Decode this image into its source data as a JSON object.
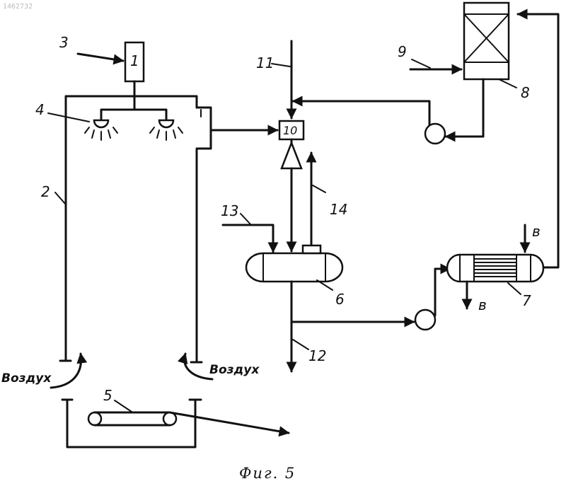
{
  "stamp": "1462732",
  "caption": "Фиг. 5",
  "air": {
    "left": "Воздух",
    "right": "Воздух"
  },
  "labels": {
    "n1": "1",
    "n2": "2",
    "n3": "3",
    "n4": "4",
    "n5": "5",
    "n6": "6",
    "n7": "7",
    "n8": "8",
    "n9": "9",
    "n10": "10",
    "n11": "11",
    "n12": "12",
    "n13": "13",
    "n14": "14",
    "in_b": "в",
    "out_b": "в"
  }
}
